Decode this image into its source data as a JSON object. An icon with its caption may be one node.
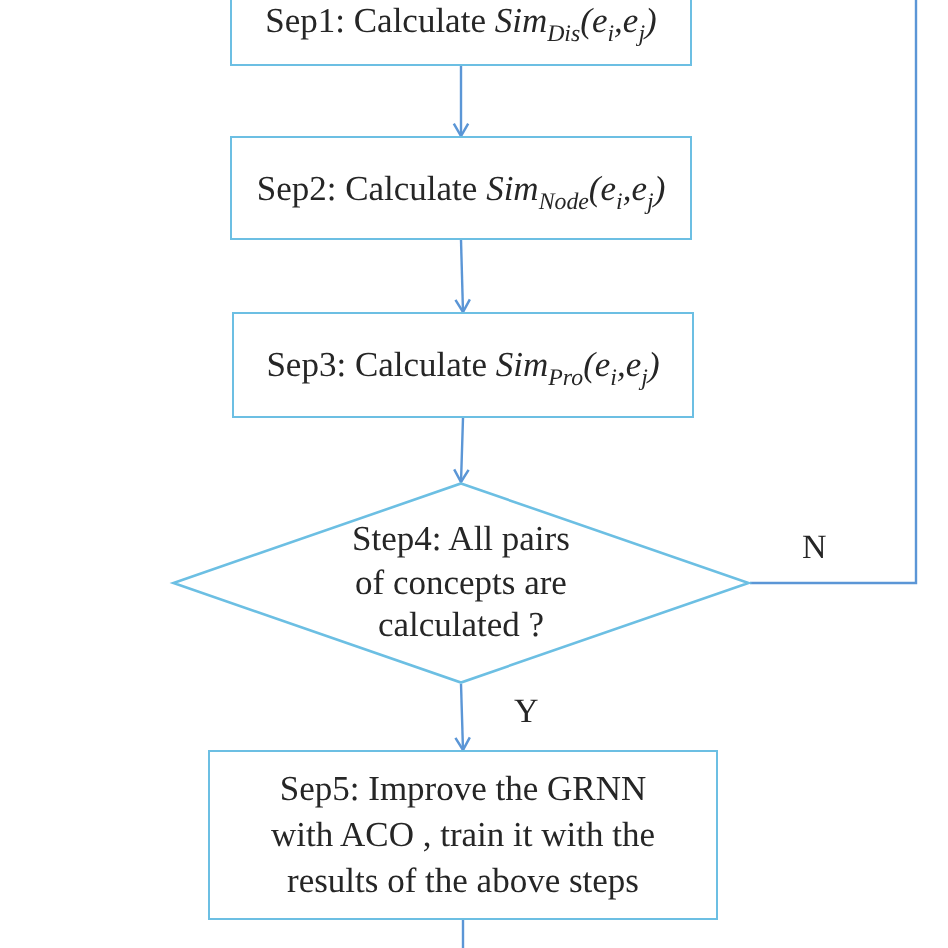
{
  "diagram": {
    "nodes": [
      {
        "text": [
          "Sep1: Calculate *Sim*$_{Dis}$*(e*$_{i}$*,e*$_{j}$*)*"
        ]
      },
      {
        "text": [
          "Sep2: Calculate *Sim*$_{Node}$*(e*$_{i}$*,e*$_{j}$*)*"
        ]
      },
      {
        "text": [
          "Sep3: Calculate *Sim*$_{Pro}$*(e*$_{i}$*,e*$_{j}$*)*"
        ]
      },
      {
        "text": [
          "Step4: All pairs of concepts are calculated ?"
        ]
      },
      {
        "text": [
          "Sep5: Improve the GRNN with ACO , train it with the results of the above steps"
        ]
      }
    ],
    "edges": [
      {
        "from": 0,
        "to": 1,
        "arrow": "to"
      },
      {
        "from": 1,
        "to": 2,
        "arrow": "to"
      },
      {
        "from": 2,
        "to": 3,
        "arrow": "to"
      },
      {
        "from": 3,
        "to": 4,
        "arrow": "to",
        "label": "Y"
      },
      {
        "from": 3,
        "to": null,
        "arrow": "none",
        "label": "N"
      },
      {
        "from": 4,
        "to": null,
        "arrow": "none"
      }
    ]
  }
}
